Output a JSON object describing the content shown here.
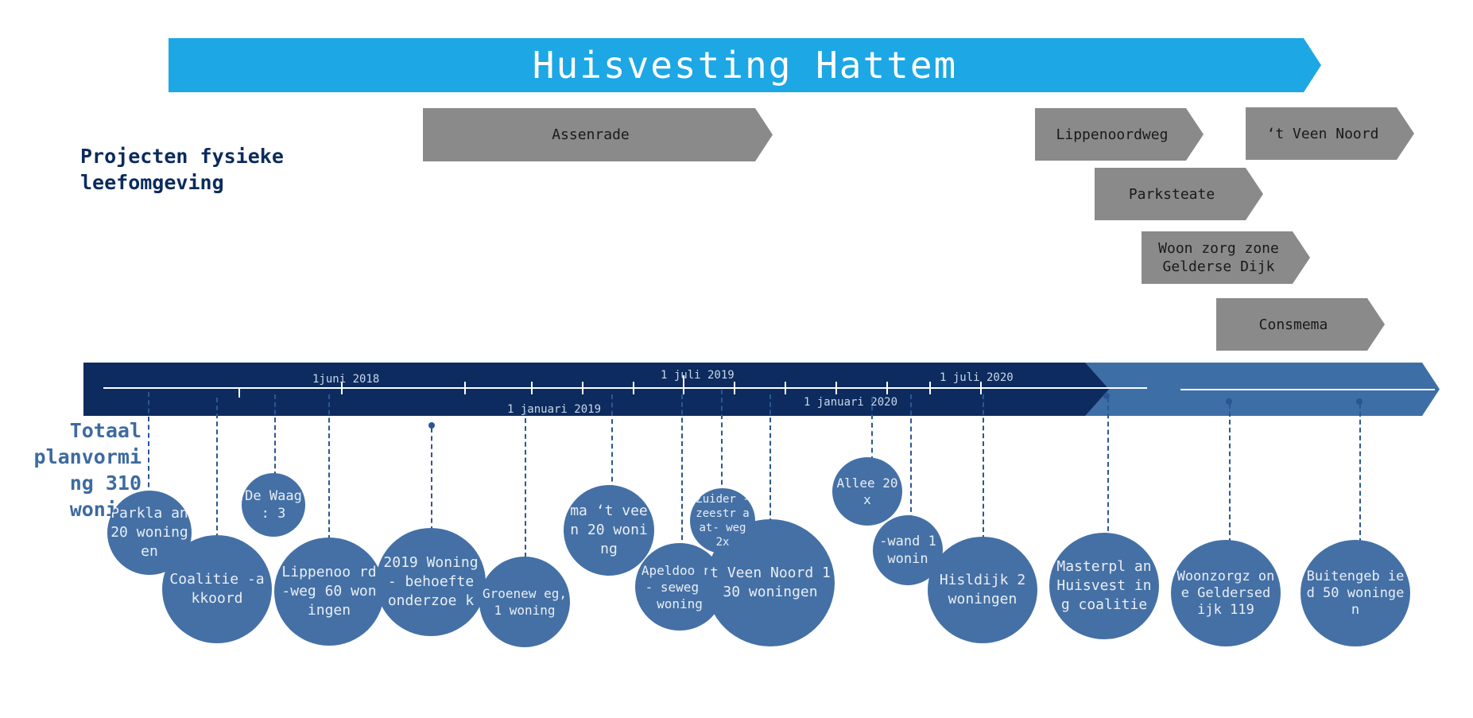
{
  "title": "Huisvesting Hattem",
  "heading": [
    "Projecten fysieke",
    "leefomgeving"
  ],
  "total": [
    "Totaal",
    "planvormi",
    "ng 310",
    "woning"
  ],
  "projects": {
    "assenrade": "Assenrade",
    "lippenoordweg": "Lippenoordweg",
    "veen_noord": "‘t Veen Noord",
    "parksteate": "Parksteate",
    "woon_zorg_1": "Woon zorg zone",
    "woon_zorg_2": "Gelderse Dijk",
    "consmema": "Consmema"
  },
  "dates": {
    "juni2018": "1juni 2018",
    "jan2019": "1 januari 2019",
    "juli2019": "1 juli 2019",
    "jan2020": "1 januari 2020",
    "juli2020": "1 juli 2020"
  },
  "milestones": {
    "parklaan": "Parkla an 20 woning en",
    "coalitie": "Coalitie -akkoord",
    "dewaag": "De Waag : 3",
    "lippenoord": "Lippenoo rd-weg 60 woningen",
    "woningbehoefte": "2019 Woning- behoefte onderzoe k",
    "groeneweg": "Groenew eg, 1 woning",
    "matveen": "ma ‘t veen 20 woning",
    "apeldoorn": "Apeldoo rn- seweg 1 woning",
    "zuiderzee": "Zuider - zeestr aat- weg 2x",
    "tveen130": "t Veen Noord 130 woningen",
    "allee": "Allee 20x",
    "wand": "-wand 1 wonin",
    "hisldijk": "Hisldijk 2 woningen",
    "masterplan": "Masterpl an Huisvest ing coalitie",
    "woonzorg119": "Woonzorgz one Geldersed ijk 119",
    "buitengebied": "Buitengeb ied 50 woningen"
  }
}
